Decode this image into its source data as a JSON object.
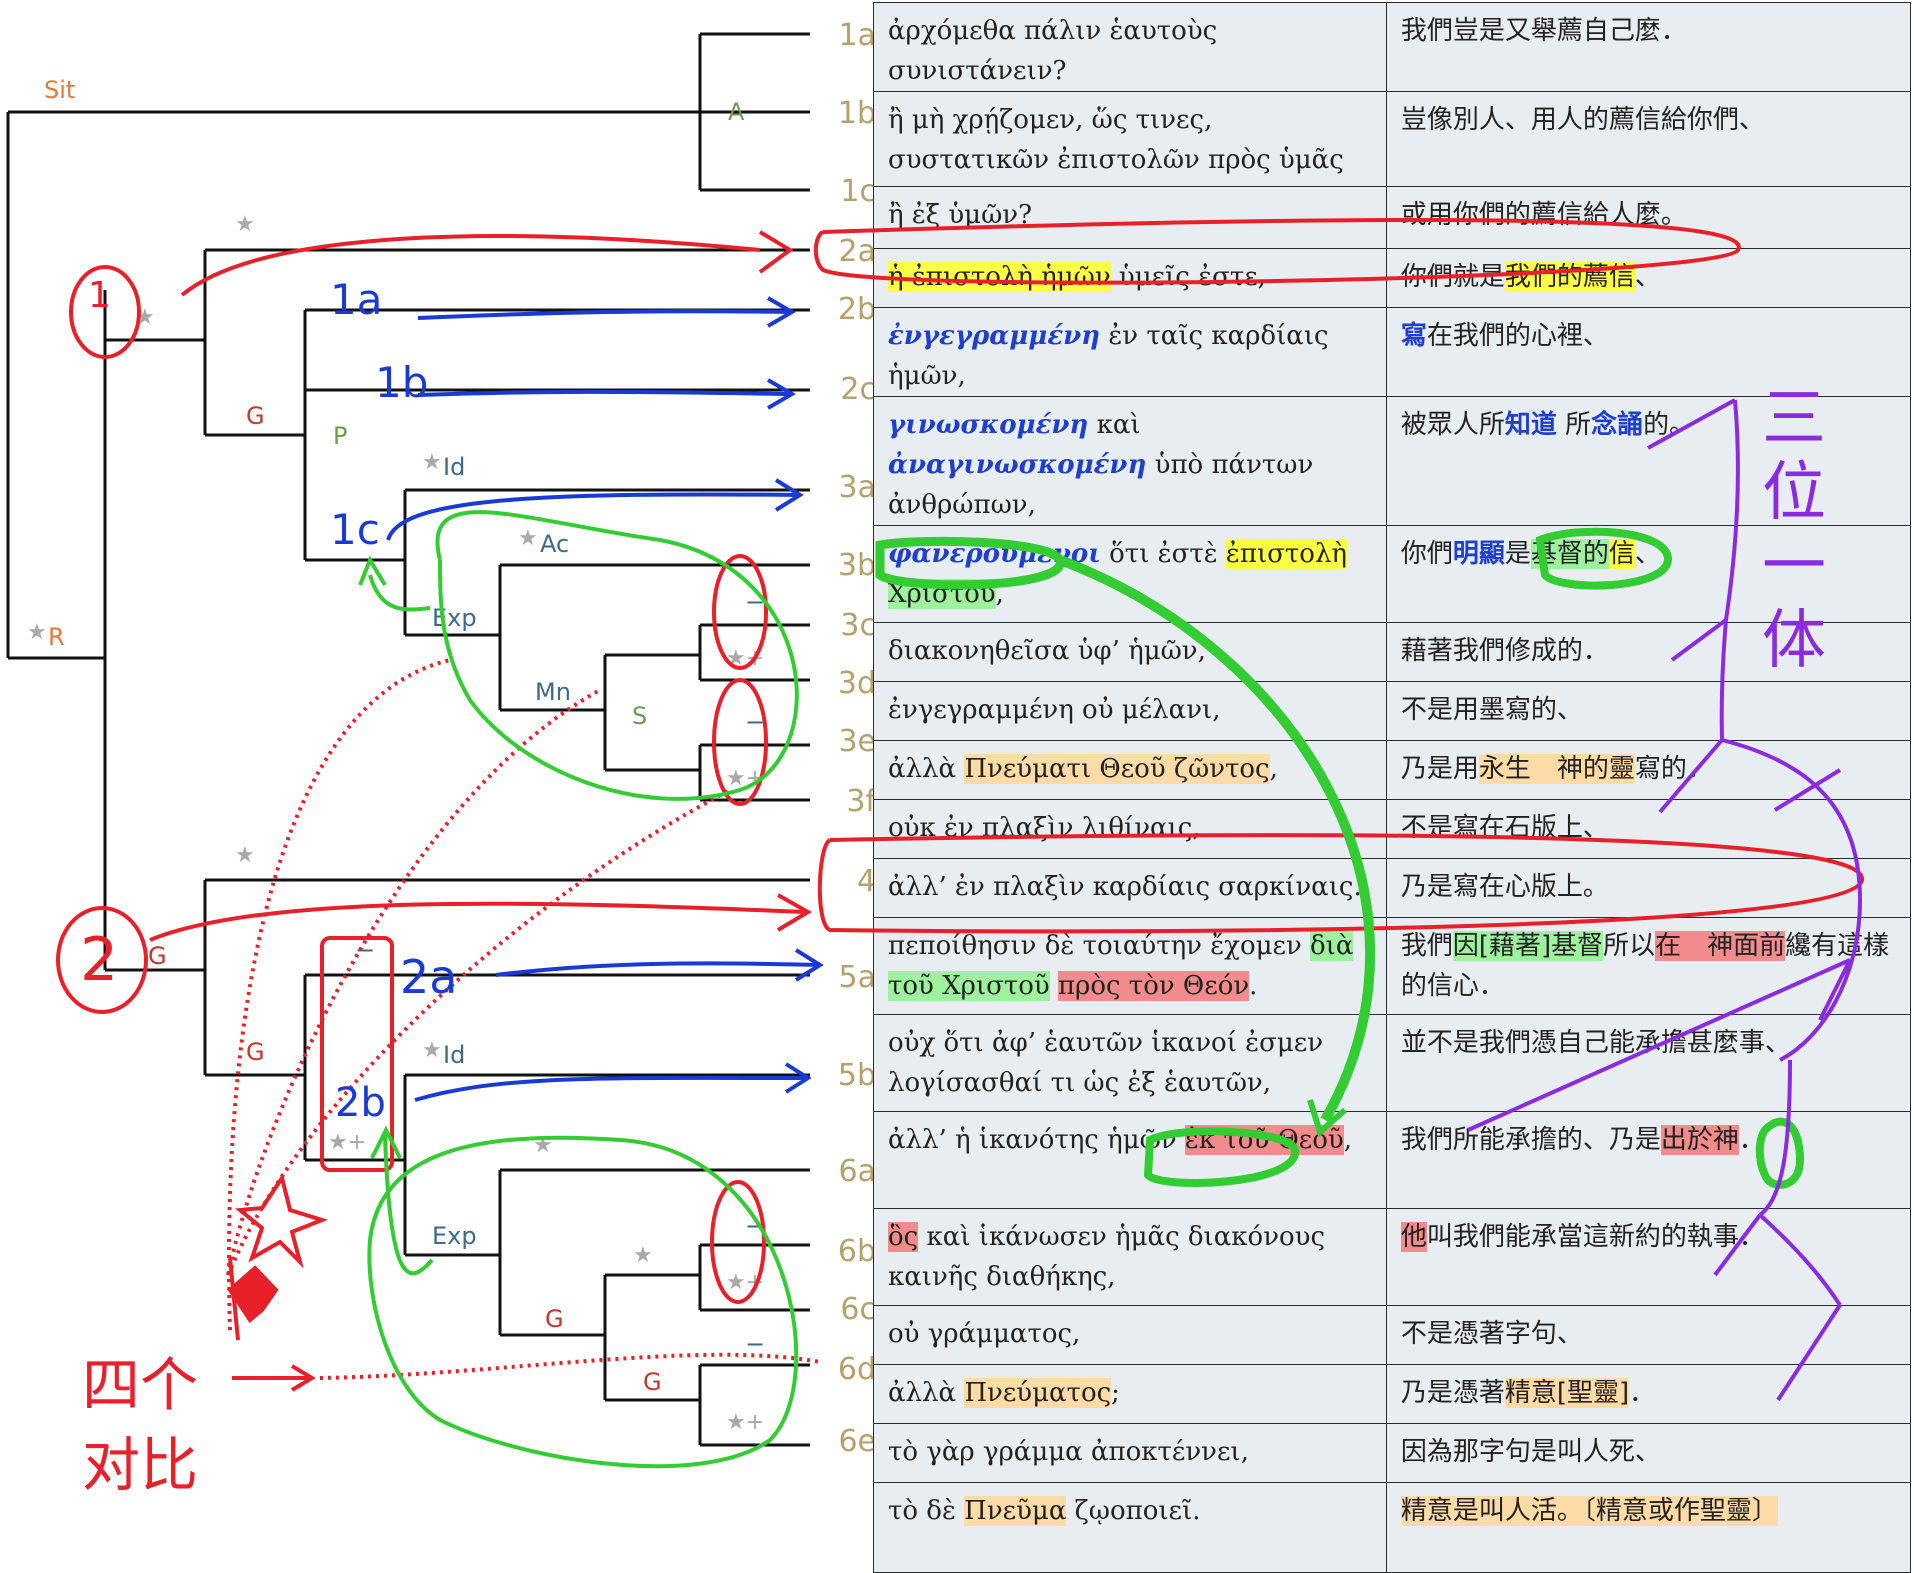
{
  "tree_labels": {
    "sit": "Sit",
    "a": "A",
    "r": "R",
    "g1": "G",
    "p": "P",
    "id1": "Id",
    "ac": "Ac",
    "exp1": "Exp",
    "mn": "Mn",
    "s": "S",
    "g2": "G",
    "g3": "G",
    "id2": "Id",
    "exp2": "Exp",
    "g4": "G",
    "g5": "G",
    "star": "★",
    "star_plus": "★+",
    "minus": "−",
    "plus": "+"
  },
  "verses": [
    {
      "ref": "1a",
      "greek": "ἀρχόμεθα πάλιν ἑαυτοὺς συνιστάνειν?",
      "chinese": "我們豈是又舉薦自己麼．"
    },
    {
      "ref": "1b",
      "greek": "ἢ μὴ χρῄζομεν, ὥς τινες, συστατικῶν ἐπιστολῶν πρὸς ὑμᾶς",
      "chinese": "豈像別人、用人的薦信給你們、"
    },
    {
      "ref": "1c",
      "greek": "ἢ ἐξ ὑμῶν?",
      "chinese": "或用你們的薦信給人麼。"
    },
    {
      "ref": "2a",
      "greek_hl": "ἡ ἐπιστολὴ ἡμῶν",
      "greek_rest": " ὑμεῖς ἐστε,",
      "chinese_pre": "你們就是",
      "chinese_hl": "我們的薦信",
      "chinese_post": "、"
    },
    {
      "ref": "2b",
      "greek_kw": "ἐνγεγραμμένη",
      "greek_rest": " ἐν ταῖς καρδίαις ἡμῶν,",
      "chinese_kw": "寫",
      "chinese_rest": "在我們的心裡、"
    },
    {
      "ref": "2c",
      "greek_kw1": "γινωσκομένη",
      "greek_mid": " καὶ ",
      "greek_kw2": "ἀναγινωσκομένη",
      "greek_rest": " ὑπὸ πάντων ἀνθρώπων,",
      "chinese_pre": "被眾人所",
      "chinese_kw1": "知道",
      "chinese_mid": " 所",
      "chinese_kw2": "念誦",
      "chinese_post": "的。"
    },
    {
      "ref": "3a",
      "greek_kw": "φανερούμενοι",
      "greek_mid": " ὅτι ἐστὲ ",
      "greek_hl_y": "ἐπιστολὴ",
      "greek_hl_g": "Χριστοῦ",
      "greek_post": ",",
      "chinese_pre": "你們",
      "chinese_kw": "明顯",
      "chinese_mid": "是",
      "chinese_hl_g": "基督的",
      "chinese_hl_y": "信",
      "chinese_post": "、"
    },
    {
      "ref": "3b",
      "greek": "διακονηθεῖσα ὑφ’ ἡμῶν,",
      "chinese": "藉著我們修成的．"
    },
    {
      "ref": "3c",
      "greek": "ἐνγεγραμμένη οὐ μέλανι,",
      "chinese": "不是用墨寫的、"
    },
    {
      "ref": "3d",
      "greek_pre": "ἀλλὰ ",
      "greek_hl": "Πνεύματι Θεοῦ ζῶντος",
      "greek_post": ",",
      "chinese_pre": "乃是用",
      "chinese_hl": "永生　神的靈",
      "chinese_post": "寫的．"
    },
    {
      "ref": "3e",
      "greek": "οὐκ ἐν πλαξὶν λιθίναις,",
      "chinese": "不是寫在石版上、"
    },
    {
      "ref": "3f",
      "greek": "ἀλλ’ ἐν πλαξὶν καρδίαις σαρκίναις.",
      "chinese": "乃是寫在心版上。"
    },
    {
      "ref": "4",
      "greek_pre": "πεποίθησιν δὲ τοιαύτην ἔχομεν ",
      "greek_hl_g": "διὰ τοῦ Χριστοῦ",
      "greek_mid": " ",
      "greek_hl_r": "πρὸς τὸν Θεόν",
      "greek_post": ".",
      "chinese_pre": "我們",
      "chinese_hl_g": "因[藉著]基督",
      "chinese_mid": "所以",
      "chinese_hl_r": "在　神面前",
      "chinese_post": "纔有這樣的信心．"
    },
    {
      "ref": "5a",
      "greek": "οὐχ ὅτι ἀφ’ ἑαυτῶν ἱκανοί ἐσμεν λογίσασθαί τι ὡς ἐξ ἑαυτῶν,",
      "chinese": "並不是我們憑自己能承擔甚麼事、"
    },
    {
      "ref": "5b",
      "greek_pre": "ἀλλ’ ἡ ἱκανότης ἡμῶν ",
      "greek_hl": "ἐκ τοῦ Θεοῦ",
      "greek_post": ",",
      "chinese_pre": "我們所能承擔的、乃是",
      "chinese_hl": "出於神",
      "chinese_post": "．"
    },
    {
      "ref": "6a",
      "greek_hl": "ὃς",
      "greek_rest": " καὶ ἱκάνωσεν ἡμᾶς διακόνους καινῆς διαθήκης,",
      "chinese_hl": "他",
      "chinese_rest": "叫我們能承當這新約的執事．"
    },
    {
      "ref": "6b",
      "greek": "οὐ γράμματος,",
      "chinese": "不是憑著字句、"
    },
    {
      "ref": "6c",
      "greek_pre": "ἀλλὰ ",
      "greek_hl": "Πνεύματος",
      "greek_post": ";",
      "chinese_pre": "乃是憑著",
      "chinese_hl": "精意[聖靈]",
      "chinese_post": "．"
    },
    {
      "ref": "6d",
      "greek": "τὸ γὰρ γράμμα ἀποκτέννει,",
      "chinese": "因為那字句是叫人死、"
    },
    {
      "ref": "6e",
      "greek_pre": "τὸ δὲ ",
      "greek_hl": "Πνεῦμα",
      "greek_post": " ζῳοποιεῖ.",
      "chinese_hl": "精意是叫人活。〔精意或作聖靈〕"
    }
  ],
  "annotations": {
    "mark_1": "1",
    "mark_2": "2",
    "mark_1a": "1a",
    "mark_1b": "1b",
    "mark_1c": "1c",
    "mark_2a": "2a",
    "mark_2b": "2b",
    "trinity": "三位一体",
    "four_contrast": "四个对比"
  },
  "colors": {
    "pen_red": "#e8202a",
    "pen_blue": "#1a3ad6",
    "pen_green": "#33cc33",
    "pen_purple": "#8a2be2",
    "highlight_yellow": "#ffff44",
    "highlight_green": "#9ef29e",
    "highlight_red": "#f28b8b",
    "highlight_orange": "#fddba6",
    "keyword_blue": "#1f3fcf"
  }
}
